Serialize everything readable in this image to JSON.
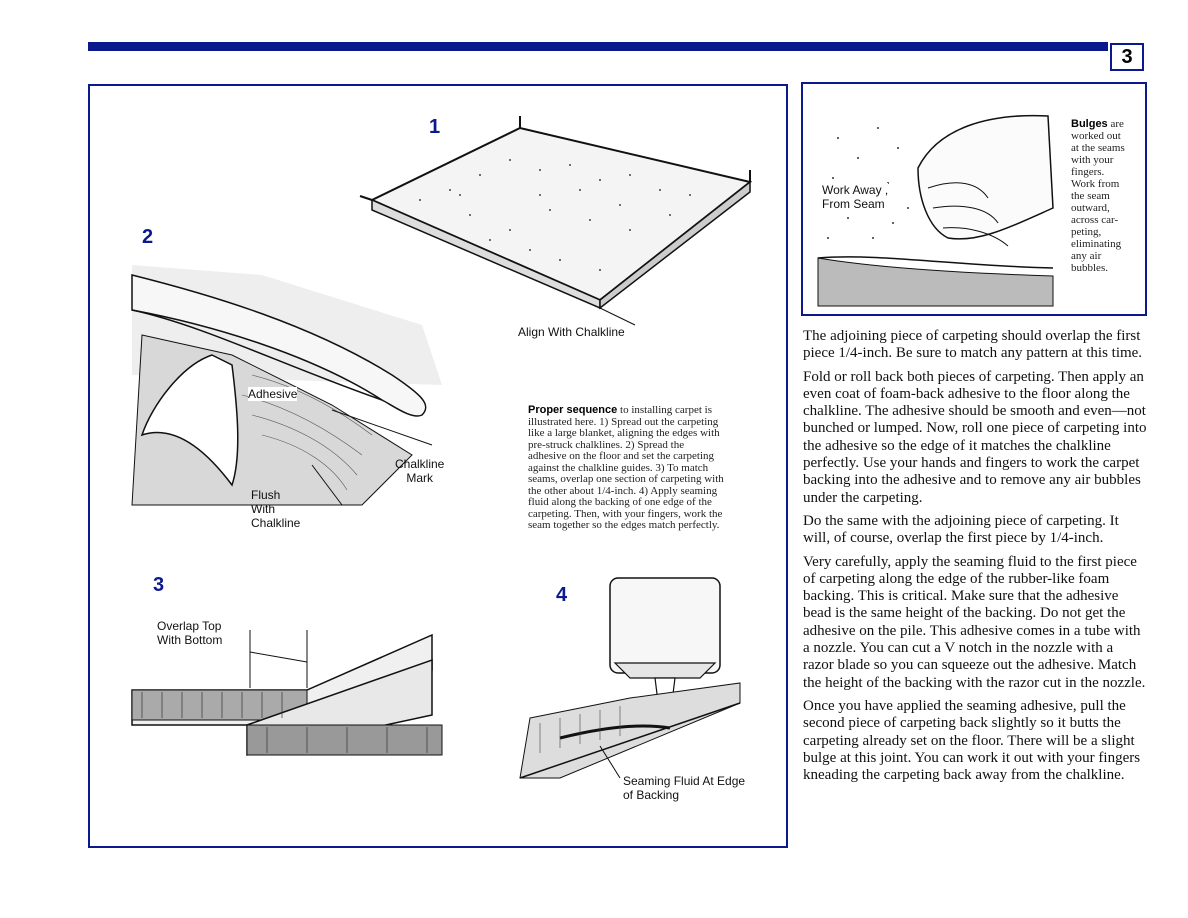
{
  "page": {
    "number": "3"
  },
  "figures": {
    "fig1": {
      "number": "1",
      "label": "Align With Chalkline"
    },
    "fig2": {
      "number": "2",
      "label_adhesive": "Adhesive",
      "label_chalkline_mark": [
        "Chalkline",
        "Mark"
      ],
      "label_flush": [
        "Flush",
        "With",
        "Chalkline"
      ]
    },
    "fig3": {
      "number": "3",
      "label": [
        "Overlap Top",
        "With Bottom"
      ]
    },
    "fig4": {
      "number": "4",
      "label": [
        "Seaming Fluid At Edge",
        "of Backing"
      ]
    },
    "inset": {
      "label": [
        "Work Away ,",
        "From Seam"
      ]
    }
  },
  "captions": {
    "sequence_bold": "Proper sequence",
    "sequence_lines": [
      " to installing carpet is",
      "illustrated here.  1)  Spread out the carpeting",
      "like a large blanket, aligning the edges with",
      "pre-struck chalklines.  2)  Spread the",
      "adhesive on the floor and set the carpeting",
      "against the chalkline guides.   3)  To match",
      "seams, overlap one section of carpeting with",
      "the other about 1/4-inch.  4)  Apply seaming",
      "fluid along the backing of one edge of the",
      "carpeting.  Then, with your fingers, work the",
      "seam together so the edges match perfectly."
    ],
    "bulges_bold": "Bulges",
    "bulges_lines": [
      " are",
      "worked out",
      "at the seams",
      "with your",
      "fingers.",
      "Work from",
      "the seam",
      "outward,",
      "across car-",
      "peting,",
      "eliminating",
      "any air",
      "bubbles."
    ]
  },
  "body": {
    "paragraphs": [
      "The adjoining piece of carpeting should overlap the first piece 1/4-inch.  Be sure to match any pattern at this time.",
      "Fold or roll back both pieces of carpeting.  Then apply an even coat of foam-back adhesive to the floor along the chalkline.  The adhesive should be smooth and even—not bunched or lumped.  Now, roll one piece of carpeting into the adhesive so the edge of it matches the chalkline perfectly.  Use your hands and fingers to work the carpet backing into the adhesive and to remove any air bubbles under the carpeting.",
      "Do the same with the adjoining piece of carpeting. It will, of course, overlap the first piece by 1/4-inch.",
      "Very carefully, apply the seaming fluid to the first piece of carpeting along the edge of the rubber-like foam backing.  This is critical.  Make sure that the adhesive bead is the same height of the backing.  Do not get the adhesive on the pile.  This adhesive comes in a tube with a nozzle.  You can cut a V notch in the nozzle with a razor blade so you can squeeze out the adhesive.  Match the height of the backing with the razor cut in the nozzle.",
      "Once you have applied the seaming adhesive, pull the second piece of carpeting back slightly so it butts the carpeting already set on the floor.  There will be a slight bulge at this joint.  You can work it out with your fingers kneading the carpeting back away from the chalkline."
    ]
  },
  "colors": {
    "accent": "#0a1a8c",
    "ink": "#111111"
  }
}
